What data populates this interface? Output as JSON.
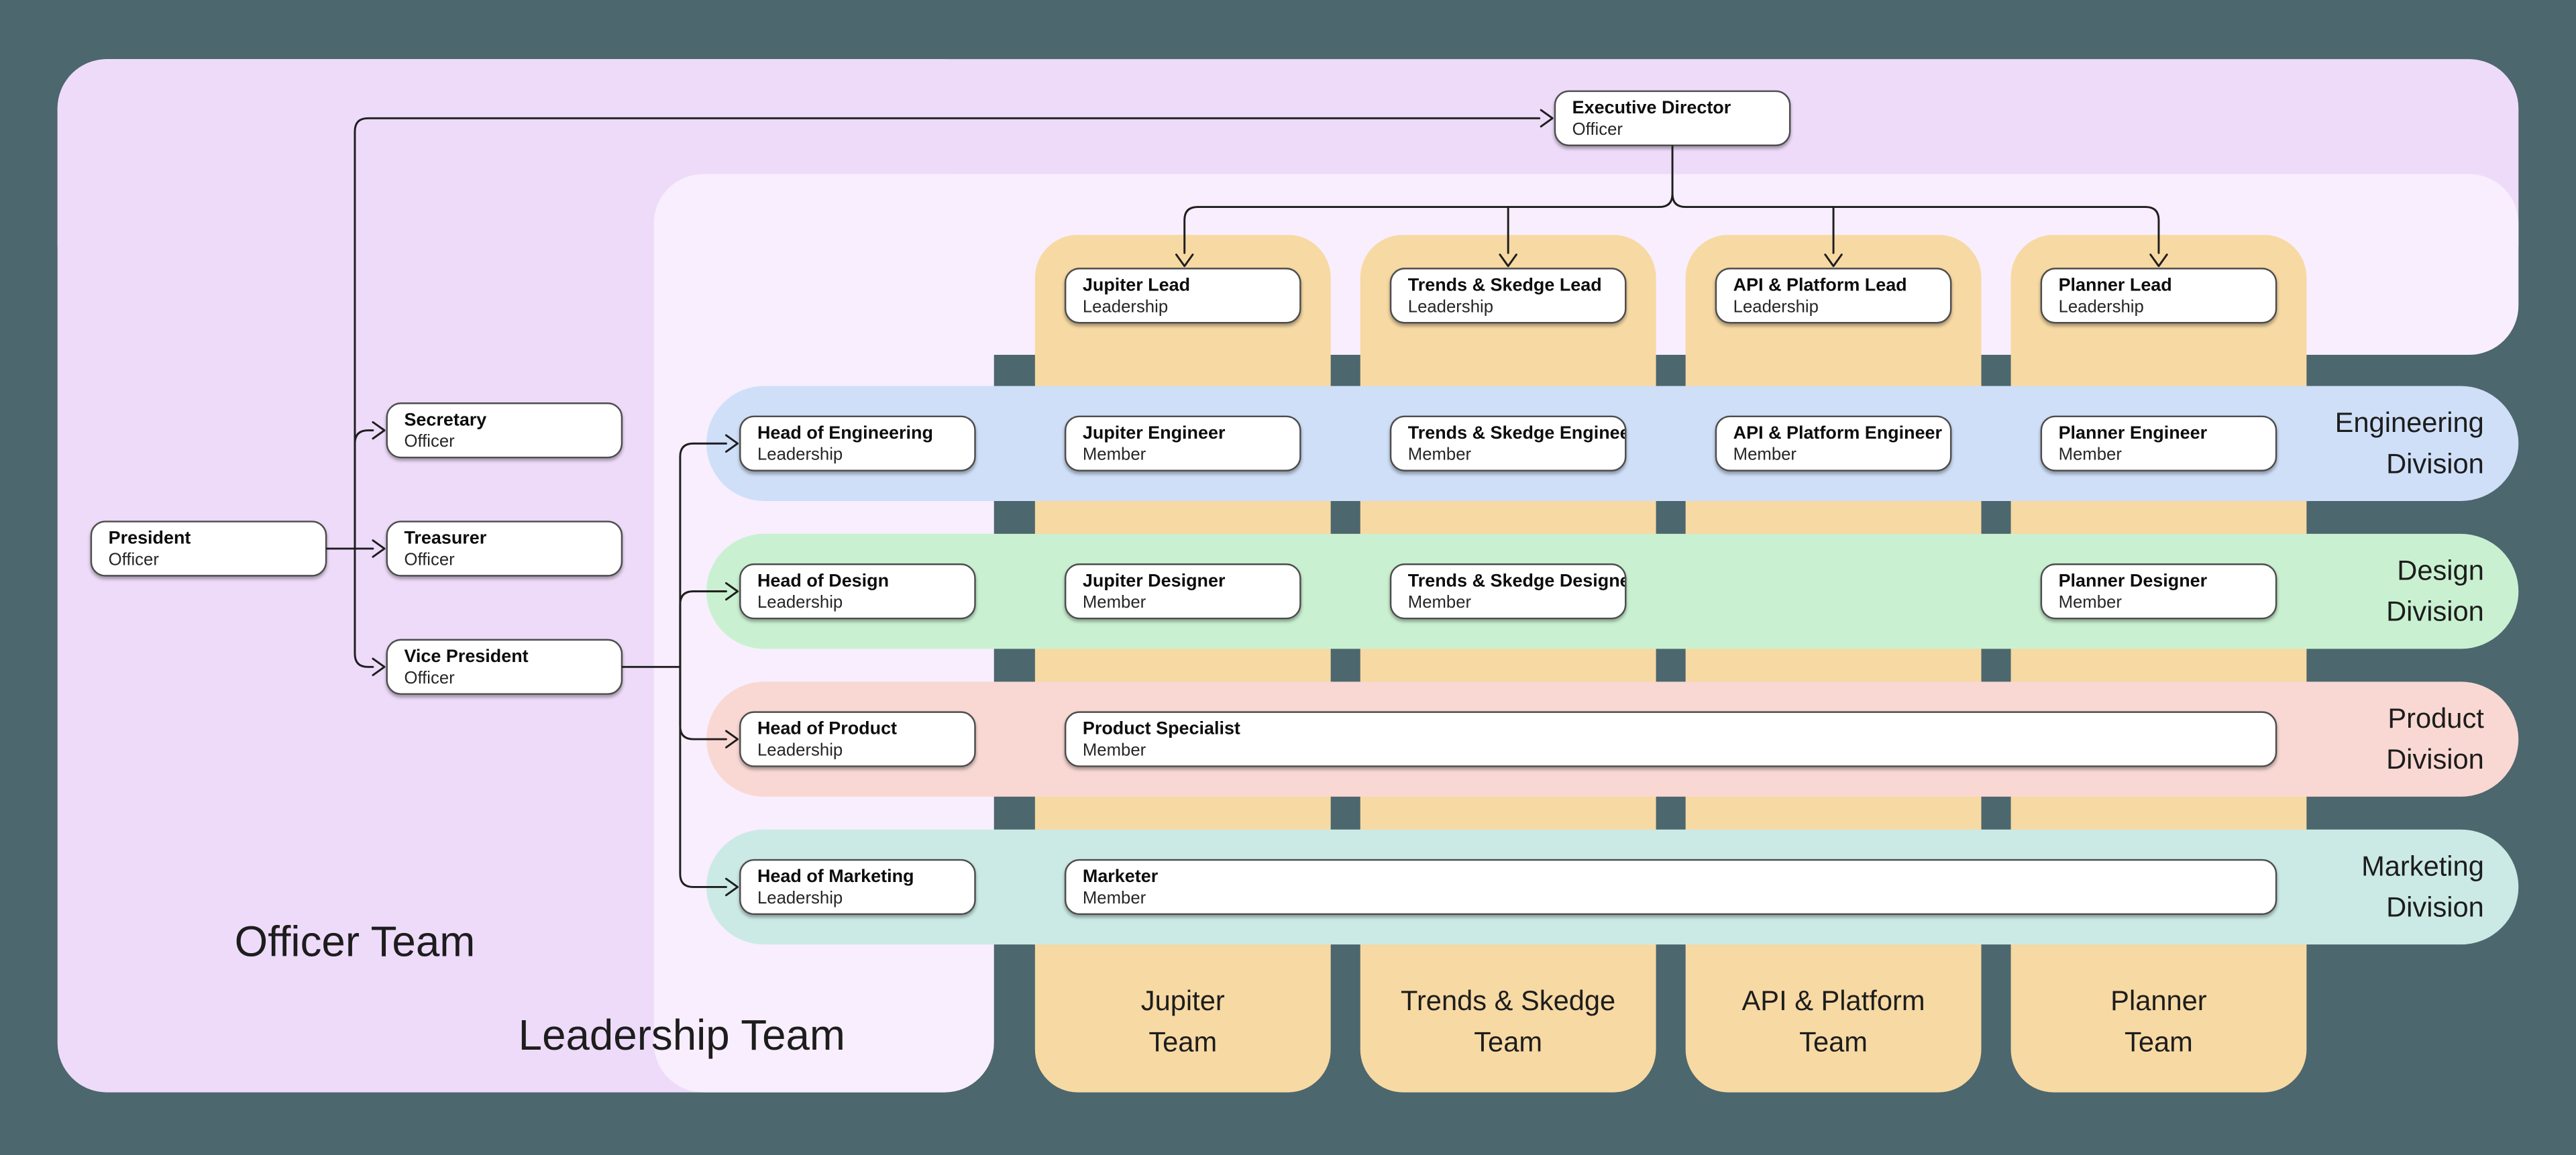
{
  "canvas": {
    "background": "#4c676d"
  },
  "groups": {
    "officer_team": {
      "label": "Officer Team",
      "color": "#eedbf9"
    },
    "leadership_team": {
      "label": "Leadership Team",
      "color": "#f8eefd"
    }
  },
  "officers": {
    "executive_director": {
      "title": "Executive Director",
      "subtitle": "Officer"
    },
    "president": {
      "title": "President",
      "subtitle": "Officer"
    },
    "secretary": {
      "title": "Secretary",
      "subtitle": "Officer"
    },
    "treasurer": {
      "title": "Treasurer",
      "subtitle": "Officer"
    },
    "vice_president": {
      "title": "Vice President",
      "subtitle": "Officer"
    }
  },
  "teams": [
    {
      "name": "Jupiter Team",
      "line1": "Jupiter",
      "line2": "Team",
      "color": "#f7d9a3",
      "lead": {
        "title": "Jupiter Lead",
        "subtitle": "Leadership"
      }
    },
    {
      "name": "Trends & Skedge Team",
      "line1": "Trends & Skedge",
      "line2": "Team",
      "color": "#f7d9a3",
      "lead": {
        "title": "Trends & Skedge Lead",
        "subtitle": "Leadership"
      }
    },
    {
      "name": "API & Platform Team",
      "line1": "API & Platform",
      "line2": "Team",
      "color": "#f7d9a3",
      "lead": {
        "title": "API & Platform Lead",
        "subtitle": "Leadership"
      }
    },
    {
      "name": "Planner Team",
      "line1": "Planner",
      "line2": "Team",
      "color": "#f7d9a3",
      "lead": {
        "title": "Planner Lead",
        "subtitle": "Leadership"
      }
    }
  ],
  "divisions": [
    {
      "name": "Engineering Division",
      "line1": "Engineering",
      "line2": "Division",
      "color": "#cfdff8",
      "head": {
        "title": "Head of Engineering",
        "subtitle": "Leadership"
      },
      "members": [
        {
          "title": "Jupiter Engineer",
          "subtitle": "Member"
        },
        {
          "title": "Trends & Skedge Engineer",
          "subtitle": "Member"
        },
        {
          "title": "API & Platform Engineer",
          "subtitle": "Member"
        },
        {
          "title": "Planner Engineer",
          "subtitle": "Member"
        }
      ]
    },
    {
      "name": "Design Division",
      "line1": "Design",
      "line2": "Division",
      "color": "#c9f1d1",
      "head": {
        "title": "Head of Design",
        "subtitle": "Leadership"
      },
      "members": [
        {
          "title": "Jupiter Designer",
          "subtitle": "Member"
        },
        {
          "title": "Trends & Skedge Designer",
          "subtitle": "Member"
        },
        {
          "title": "Planner Designer",
          "subtitle": "Member"
        }
      ]
    },
    {
      "name": "Product Division",
      "line1": "Product",
      "line2": "Division",
      "color": "#f9d8d3",
      "head": {
        "title": "Head of Product",
        "subtitle": "Leadership"
      },
      "members": [
        {
          "title": "Product Specialist",
          "subtitle": "Member"
        }
      ]
    },
    {
      "name": "Marketing Division",
      "line1": "Marketing",
      "line2": "Division",
      "color": "#cbeae6",
      "head": {
        "title": "Head of Marketing",
        "subtitle": "Leadership"
      },
      "members": [
        {
          "title": "Marketer",
          "subtitle": "Member"
        }
      ]
    }
  ]
}
